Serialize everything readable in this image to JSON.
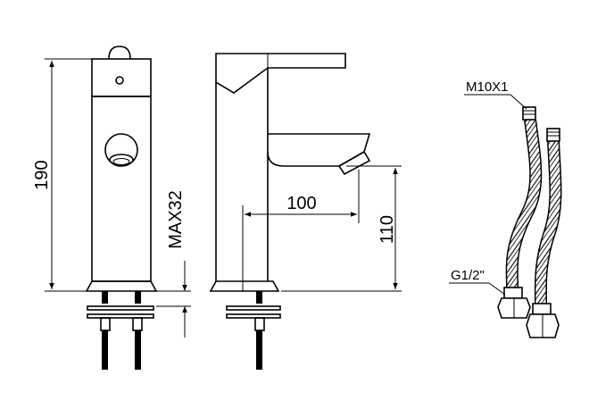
{
  "dimensions": {
    "overall_height": "190",
    "max_thickness": "MAX32",
    "spout_reach": "100",
    "spout_height": "110"
  },
  "hose_labels": {
    "thread_top": "M10X1",
    "thread_bottom": "G1/2\""
  }
}
